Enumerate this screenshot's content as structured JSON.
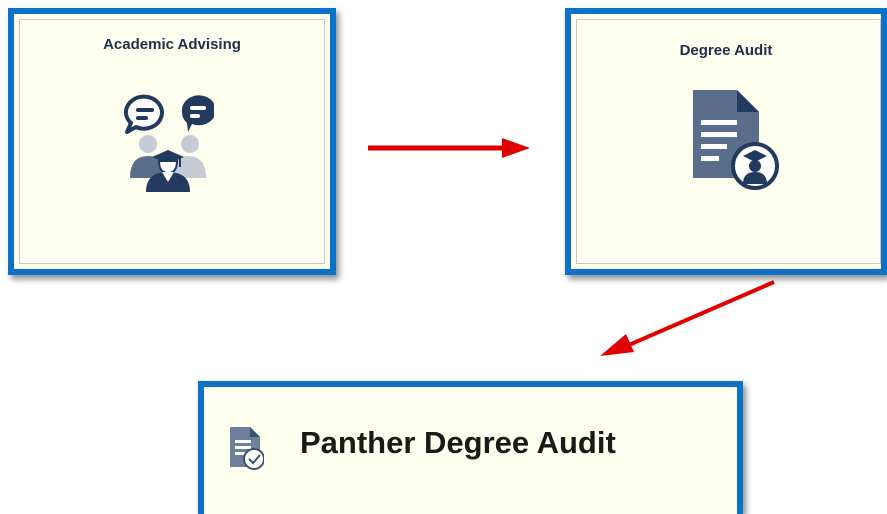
{
  "tiles": {
    "advising": {
      "title": "Academic Advising",
      "icon": "advising-people-icon"
    },
    "audit": {
      "title": "Degree Audit",
      "icon": "degree-audit-document-icon"
    },
    "panther": {
      "label": "Panther Degree Audit",
      "icon": "document-check-icon"
    }
  },
  "colors": {
    "tile_border": "#0b72c8",
    "tile_background": "#fffff0",
    "arrow": "#e00000",
    "icon_dark": "#223a5e",
    "icon_mid": "#5a6e8c",
    "icon_light": "#c6ccd6"
  }
}
